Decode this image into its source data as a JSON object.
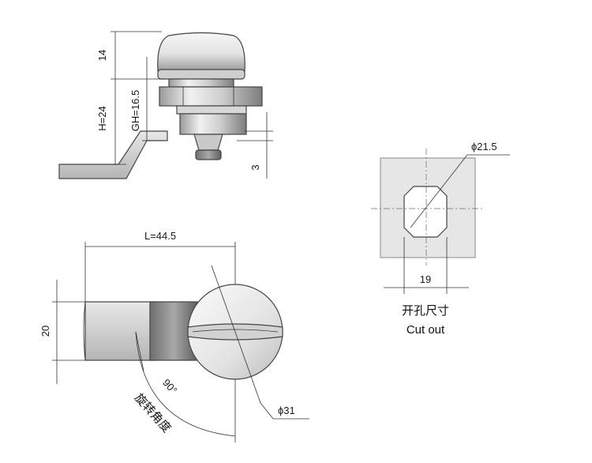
{
  "side_view": {
    "dim_top": "14",
    "dim_height": "H=24",
    "dim_grip": "GH=16.5",
    "dim_offset": "3"
  },
  "front_view": {
    "dim_length": "L=44.5",
    "dim_width": "20",
    "dim_diameter": "ϕ31",
    "rotation_angle": "90°",
    "rotation_label": "旋转角度"
  },
  "cutout": {
    "dim_diameter": "ϕ21.5",
    "dim_flat": "19",
    "caption_cn": "开孔尺寸",
    "caption_en": "Cut out"
  },
  "colors": {
    "line": "#333333",
    "metal_light": "#e9e9e9",
    "metal_dark": "#8a8a8a",
    "panel": "#e6e6e6"
  }
}
